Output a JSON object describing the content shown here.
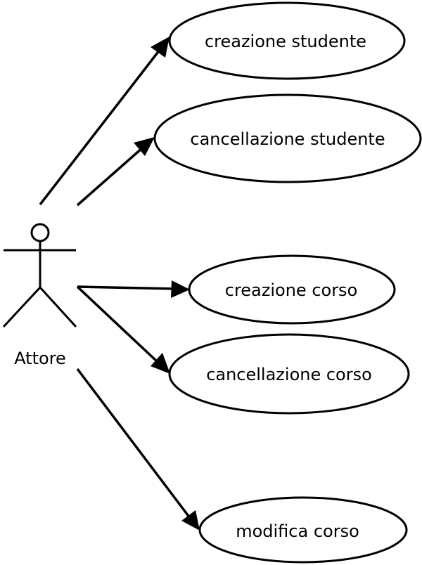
{
  "actor": {
    "name": "Attore"
  },
  "use_cases": [
    {
      "id": "uc1",
      "label": "creazione studente"
    },
    {
      "id": "uc2",
      "label": "cancellazione studente"
    },
    {
      "id": "uc3",
      "label": "creazione corso"
    },
    {
      "id": "uc4",
      "label": "cancellazione corso"
    },
    {
      "id": "uc5",
      "label": "modifica corso"
    }
  ],
  "associations": [
    {
      "from": "actor",
      "to": "uc1"
    },
    {
      "from": "actor",
      "to": "uc2"
    },
    {
      "from": "actor",
      "to": "uc3"
    },
    {
      "from": "actor",
      "to": "uc4"
    },
    {
      "from": "actor",
      "to": "uc5"
    }
  ],
  "colors": {
    "line": "#000000",
    "background": "#ffffff"
  }
}
